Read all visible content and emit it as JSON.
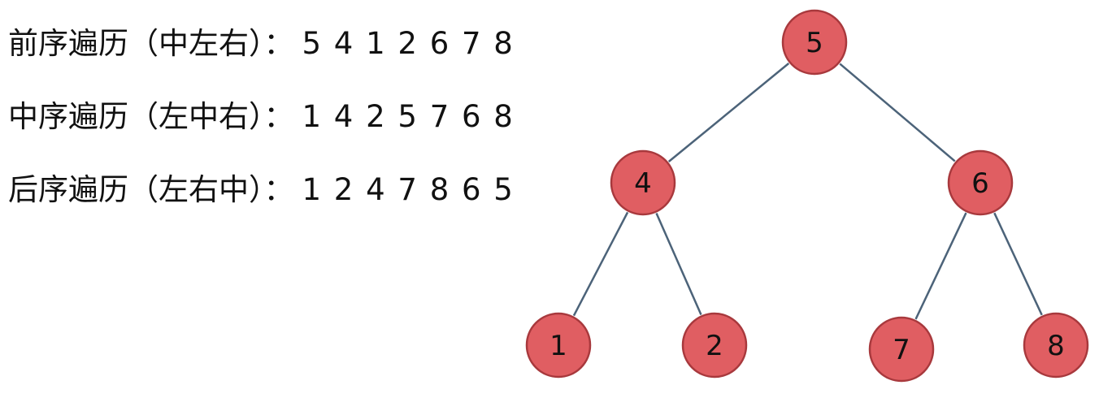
{
  "traversals": [
    {
      "label": "前序遍历（中左右）：",
      "sequence": "5 4 1 2 6 7 8"
    },
    {
      "label": "中序遍历（左中右）：",
      "sequence": "1 4 2 5 7 6 8"
    },
    {
      "label": "后序遍历（左右中）：",
      "sequence": "1 2 4 7 8 6 5"
    }
  ],
  "tree": {
    "nodes": [
      {
        "id": "5",
        "label": "5"
      },
      {
        "id": "4",
        "label": "4"
      },
      {
        "id": "6",
        "label": "6"
      },
      {
        "id": "1",
        "label": "1"
      },
      {
        "id": "2",
        "label": "2"
      },
      {
        "id": "7",
        "label": "7"
      },
      {
        "id": "8",
        "label": "8"
      }
    ],
    "edges": [
      {
        "from": "5",
        "to": "4"
      },
      {
        "from": "5",
        "to": "6"
      },
      {
        "from": "4",
        "to": "1"
      },
      {
        "from": "4",
        "to": "2"
      },
      {
        "from": "6",
        "to": "7"
      },
      {
        "from": "6",
        "to": "8"
      }
    ],
    "colors": {
      "node_fill": "#e05e62",
      "node_stroke": "#a8393d",
      "edge": "#4c6379"
    }
  }
}
